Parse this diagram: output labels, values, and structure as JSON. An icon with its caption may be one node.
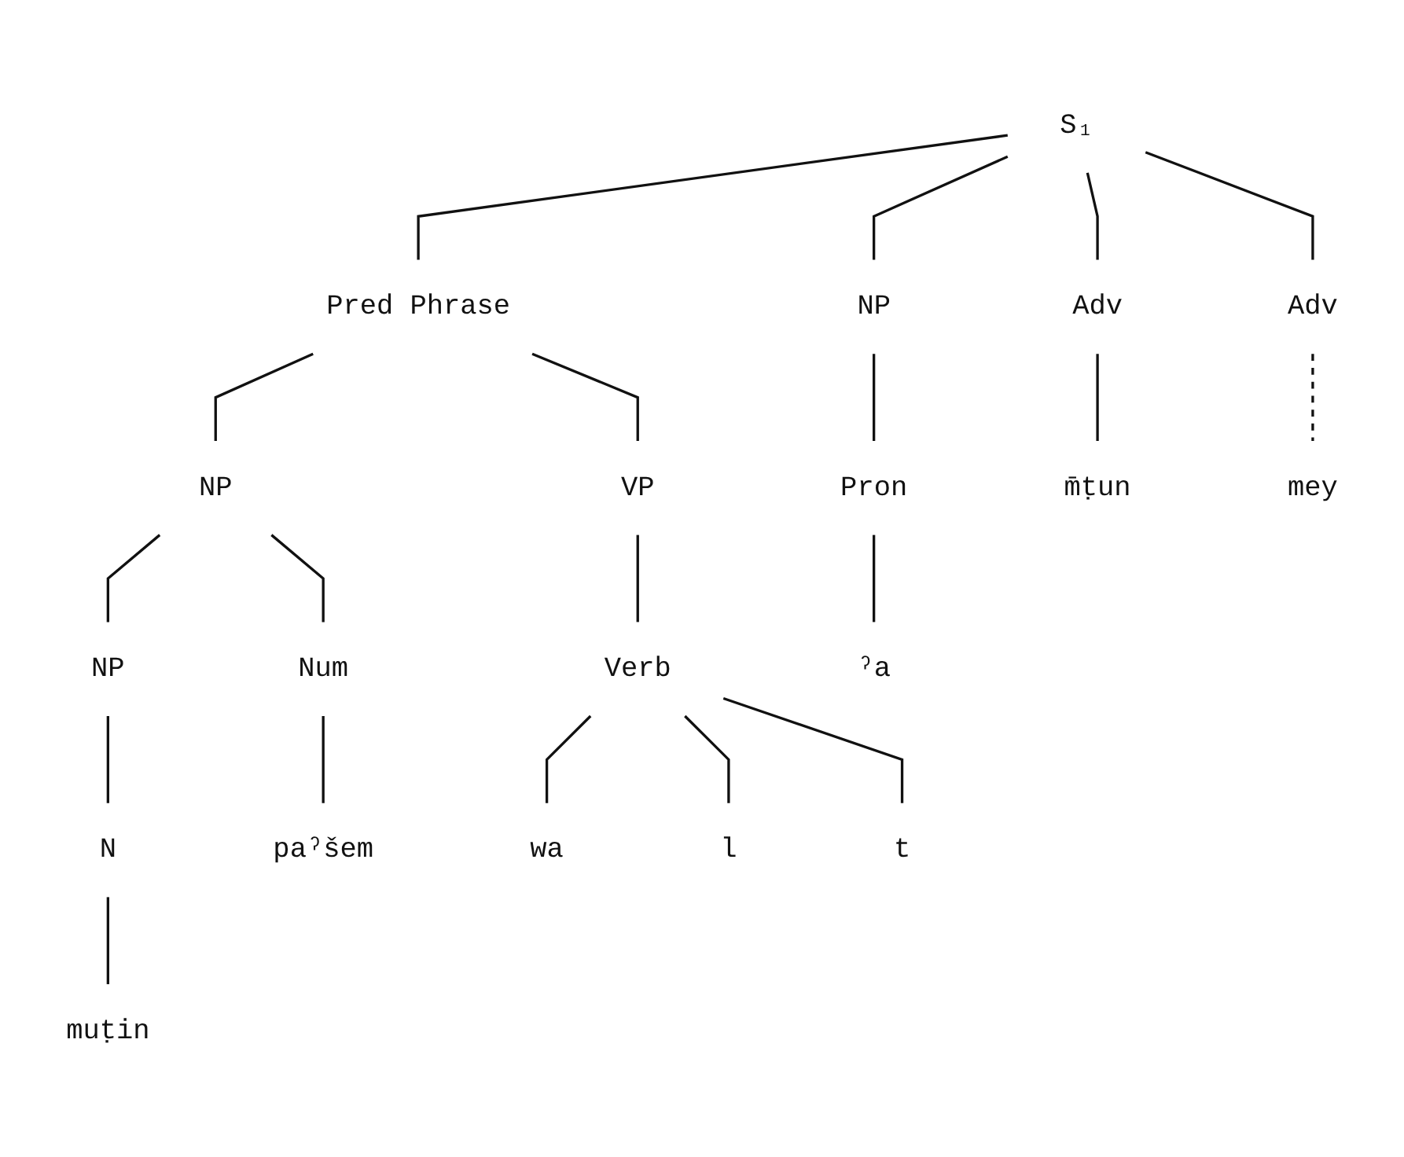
{
  "diagram": {
    "nodes": [
      {
        "text": [
          "S₁"
        ]
      },
      {
        "text": [
          "Adv"
        ]
      },
      {
        "text": [
          "NP"
        ]
      },
      {
        "text": [
          "Adv"
        ]
      },
      {
        "text": [
          "Pred Phrase"
        ]
      },
      {
        "text": [
          "Pron"
        ]
      },
      {
        "text": [
          "NP"
        ]
      },
      {
        "text": [
          "VP"
        ]
      },
      {
        "text": [
          "Num"
        ]
      },
      {
        "text": [
          "NP"
        ]
      },
      {
        "text": [
          "Verb"
        ]
      },
      {
        "text": [
          "N"
        ]
      },
      {
        "text": [
          "m̄ṭun"
        ]
      },
      {
        "text": [
          "ˀa"
        ]
      },
      {
        "text": [
          "mey"
        ]
      },
      {
        "text": [
          "paˀšem"
        ]
      },
      {
        "text": [
          "muṭin"
        ]
      },
      {
        "text": [
          "wa"
        ]
      },
      {
        "text": [
          "l"
        ]
      },
      {
        "text": [
          "t"
        ]
      }
    ],
    "edges": [
      {
        "from": 0,
        "to": 1,
        "arrow": "none"
      },
      {
        "from": 0,
        "to": 2,
        "arrow": "none"
      },
      {
        "from": 0,
        "to": 3,
        "arrow": "none"
      },
      {
        "from": 0,
        "to": 4,
        "arrow": "none"
      },
      {
        "from": 1,
        "to": 12,
        "arrow": "none"
      },
      {
        "from": 2,
        "to": 5,
        "arrow": "none"
      },
      {
        "from": 5,
        "to": 13,
        "arrow": "none"
      },
      {
        "from": 3,
        "to": 14,
        "arrow": "none",
        "style": "dashed"
      },
      {
        "from": 4,
        "to": 6,
        "arrow": "none"
      },
      {
        "from": 4,
        "to": 7,
        "arrow": "none"
      },
      {
        "from": 6,
        "to": 8,
        "arrow": "none"
      },
      {
        "from": 6,
        "to": 9,
        "arrow": "none"
      },
      {
        "from": 9,
        "to": 11,
        "arrow": "none"
      },
      {
        "from": 11,
        "to": 16,
        "arrow": "none"
      },
      {
        "from": 8,
        "to": 15,
        "arrow": "none"
      },
      {
        "from": 7,
        "to": 10,
        "arrow": "none"
      },
      {
        "from": 10,
        "to": 17,
        "arrow": "none"
      },
      {
        "from": 10,
        "to": 18,
        "arrow": "none"
      },
      {
        "from": 10,
        "to": 19,
        "arrow": "none"
      }
    ]
  }
}
